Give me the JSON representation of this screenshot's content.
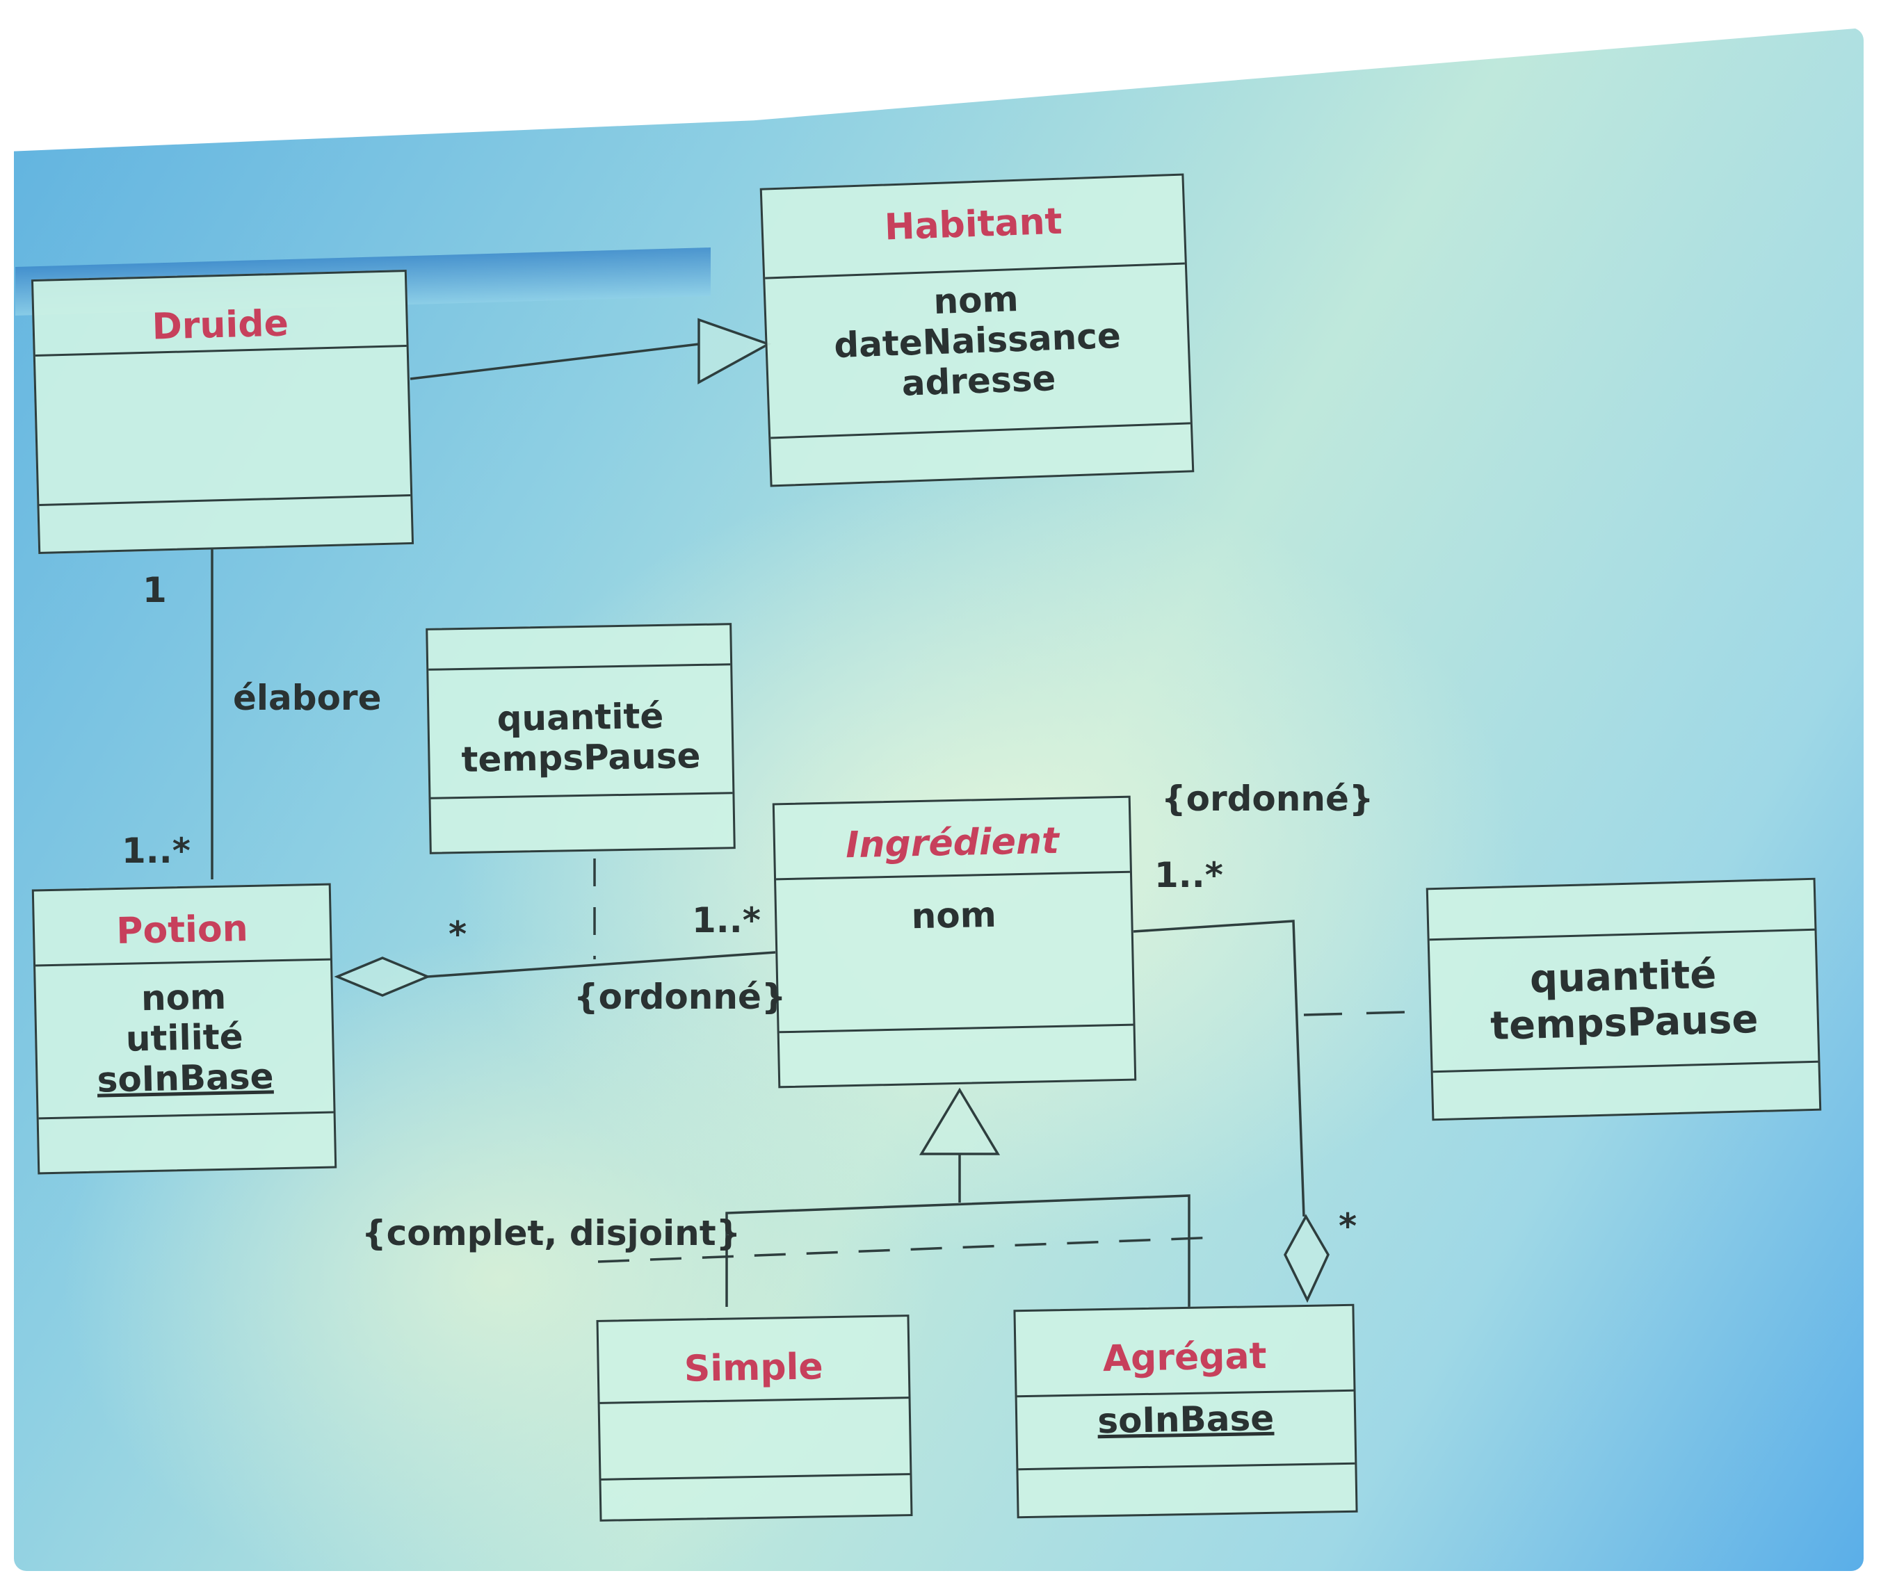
{
  "classes": {
    "habitant": {
      "name": "Habitant",
      "attributes": [
        "nom",
        "dateNaissance",
        "adresse"
      ]
    },
    "druide": {
      "name": "Druide"
    },
    "potion": {
      "name": "Potion",
      "attributes": [
        "nom",
        "utilité"
      ],
      "static_attribute": "soInBase"
    },
    "ingredient": {
      "name": "Ingrédient",
      "attributes": [
        "nom"
      ]
    },
    "simple": {
      "name": "Simple"
    },
    "agregat": {
      "name": "Agrégat",
      "static_attribute": "soInBase"
    },
    "assoc_class_left": {
      "attributes": [
        "quantité",
        "tempsPause"
      ]
    },
    "assoc_class_right": {
      "attributes": [
        "quantité",
        "tempsPause"
      ]
    }
  },
  "labels": {
    "druide_multiplicity": "1",
    "association_name": "élabore",
    "potion_multiplicity": "1..*",
    "potion_ingredient_star": "*",
    "potion_ingredient_one_many": "1..*",
    "potion_ingredient_constraint": "{ordonné}",
    "agregat_constraint": "{ordonné}",
    "agregat_one_many": "1..*",
    "agregat_star": "*",
    "generalization_constraint": "{complet, disjoint}"
  }
}
